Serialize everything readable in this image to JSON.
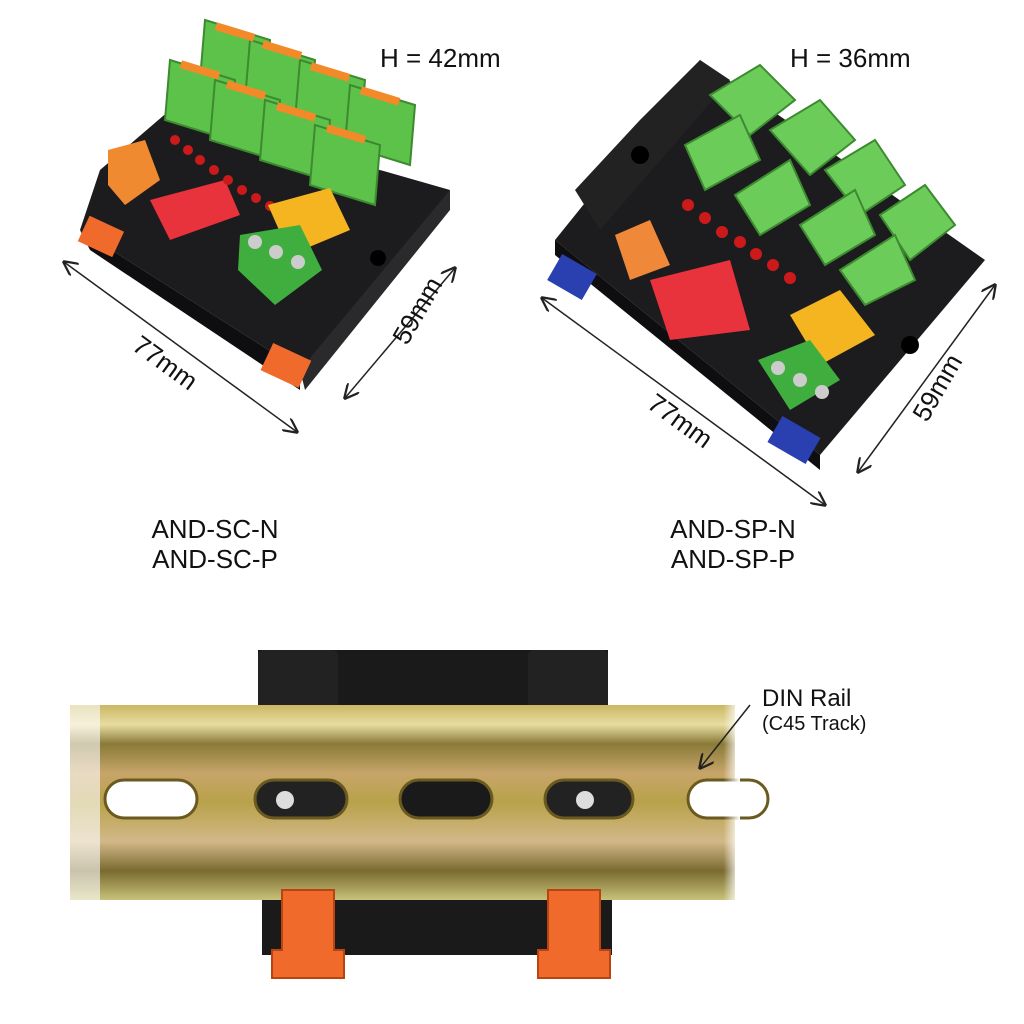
{
  "left_product": {
    "height_label": "H = 42mm",
    "length_label": "77mm",
    "width_label": "59mm",
    "models": [
      "AND-SC-N",
      "AND-SC-P"
    ]
  },
  "right_product": {
    "height_label": "H = 36mm",
    "length_label": "77mm",
    "width_label": "59mm",
    "models": [
      "AND-SP-N",
      "AND-SP-P"
    ]
  },
  "rail": {
    "title": "DIN Rail",
    "subtitle": "(C45 Track)"
  },
  "colors": {
    "terminal_green": "#5cc24a",
    "housing_black": "#1c1c1e",
    "clip_orange": "#f06a2c",
    "clip_blue": "#2a3fb0",
    "dip_red": "#e8323c",
    "relay_yellow": "#f4b521",
    "rail_gold": "#b8a24a"
  }
}
